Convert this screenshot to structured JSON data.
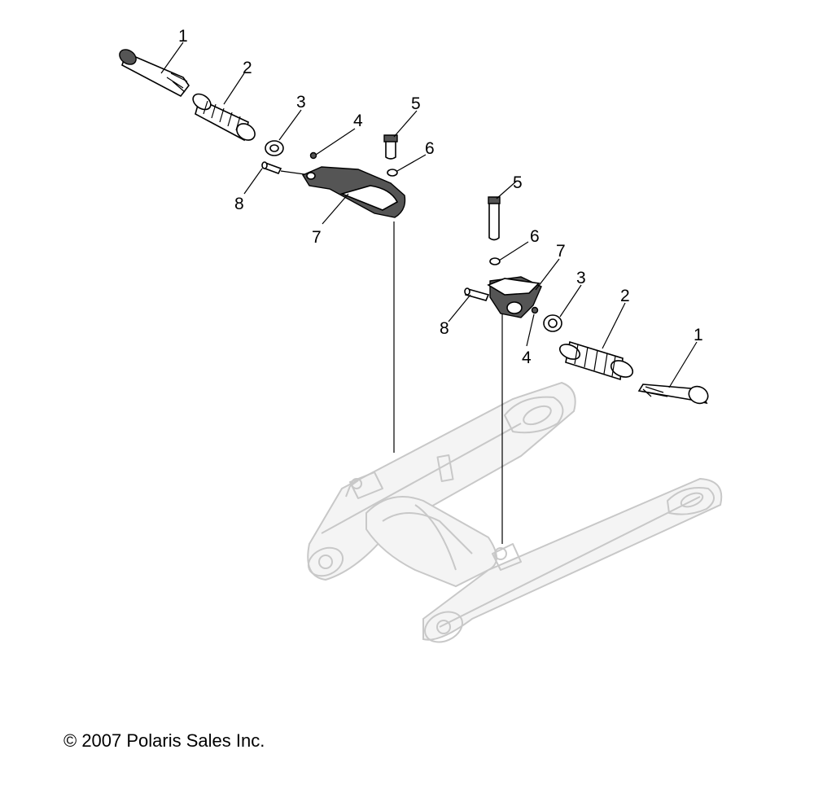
{
  "callouts": [
    {
      "id": "left-1",
      "label": "1"
    },
    {
      "id": "left-2",
      "label": "2"
    },
    {
      "id": "left-3",
      "label": "3"
    },
    {
      "id": "left-4",
      "label": "4"
    },
    {
      "id": "left-5",
      "label": "5"
    },
    {
      "id": "left-6",
      "label": "6"
    },
    {
      "id": "left-7",
      "label": "7"
    },
    {
      "id": "left-8",
      "label": "8"
    },
    {
      "id": "right-5",
      "label": "5"
    },
    {
      "id": "right-6",
      "label": "6"
    },
    {
      "id": "right-7",
      "label": "7"
    },
    {
      "id": "right-3",
      "label": "3"
    },
    {
      "id": "right-2",
      "label": "2"
    },
    {
      "id": "right-1",
      "label": "1"
    },
    {
      "id": "right-8",
      "label": "8"
    },
    {
      "id": "right-4",
      "label": "4"
    }
  ],
  "copyright": "© 2007 Polaris Sales Inc.",
  "colors": {
    "line": "#000000",
    "ghost": "#c8c8c8",
    "background": "#ffffff"
  }
}
